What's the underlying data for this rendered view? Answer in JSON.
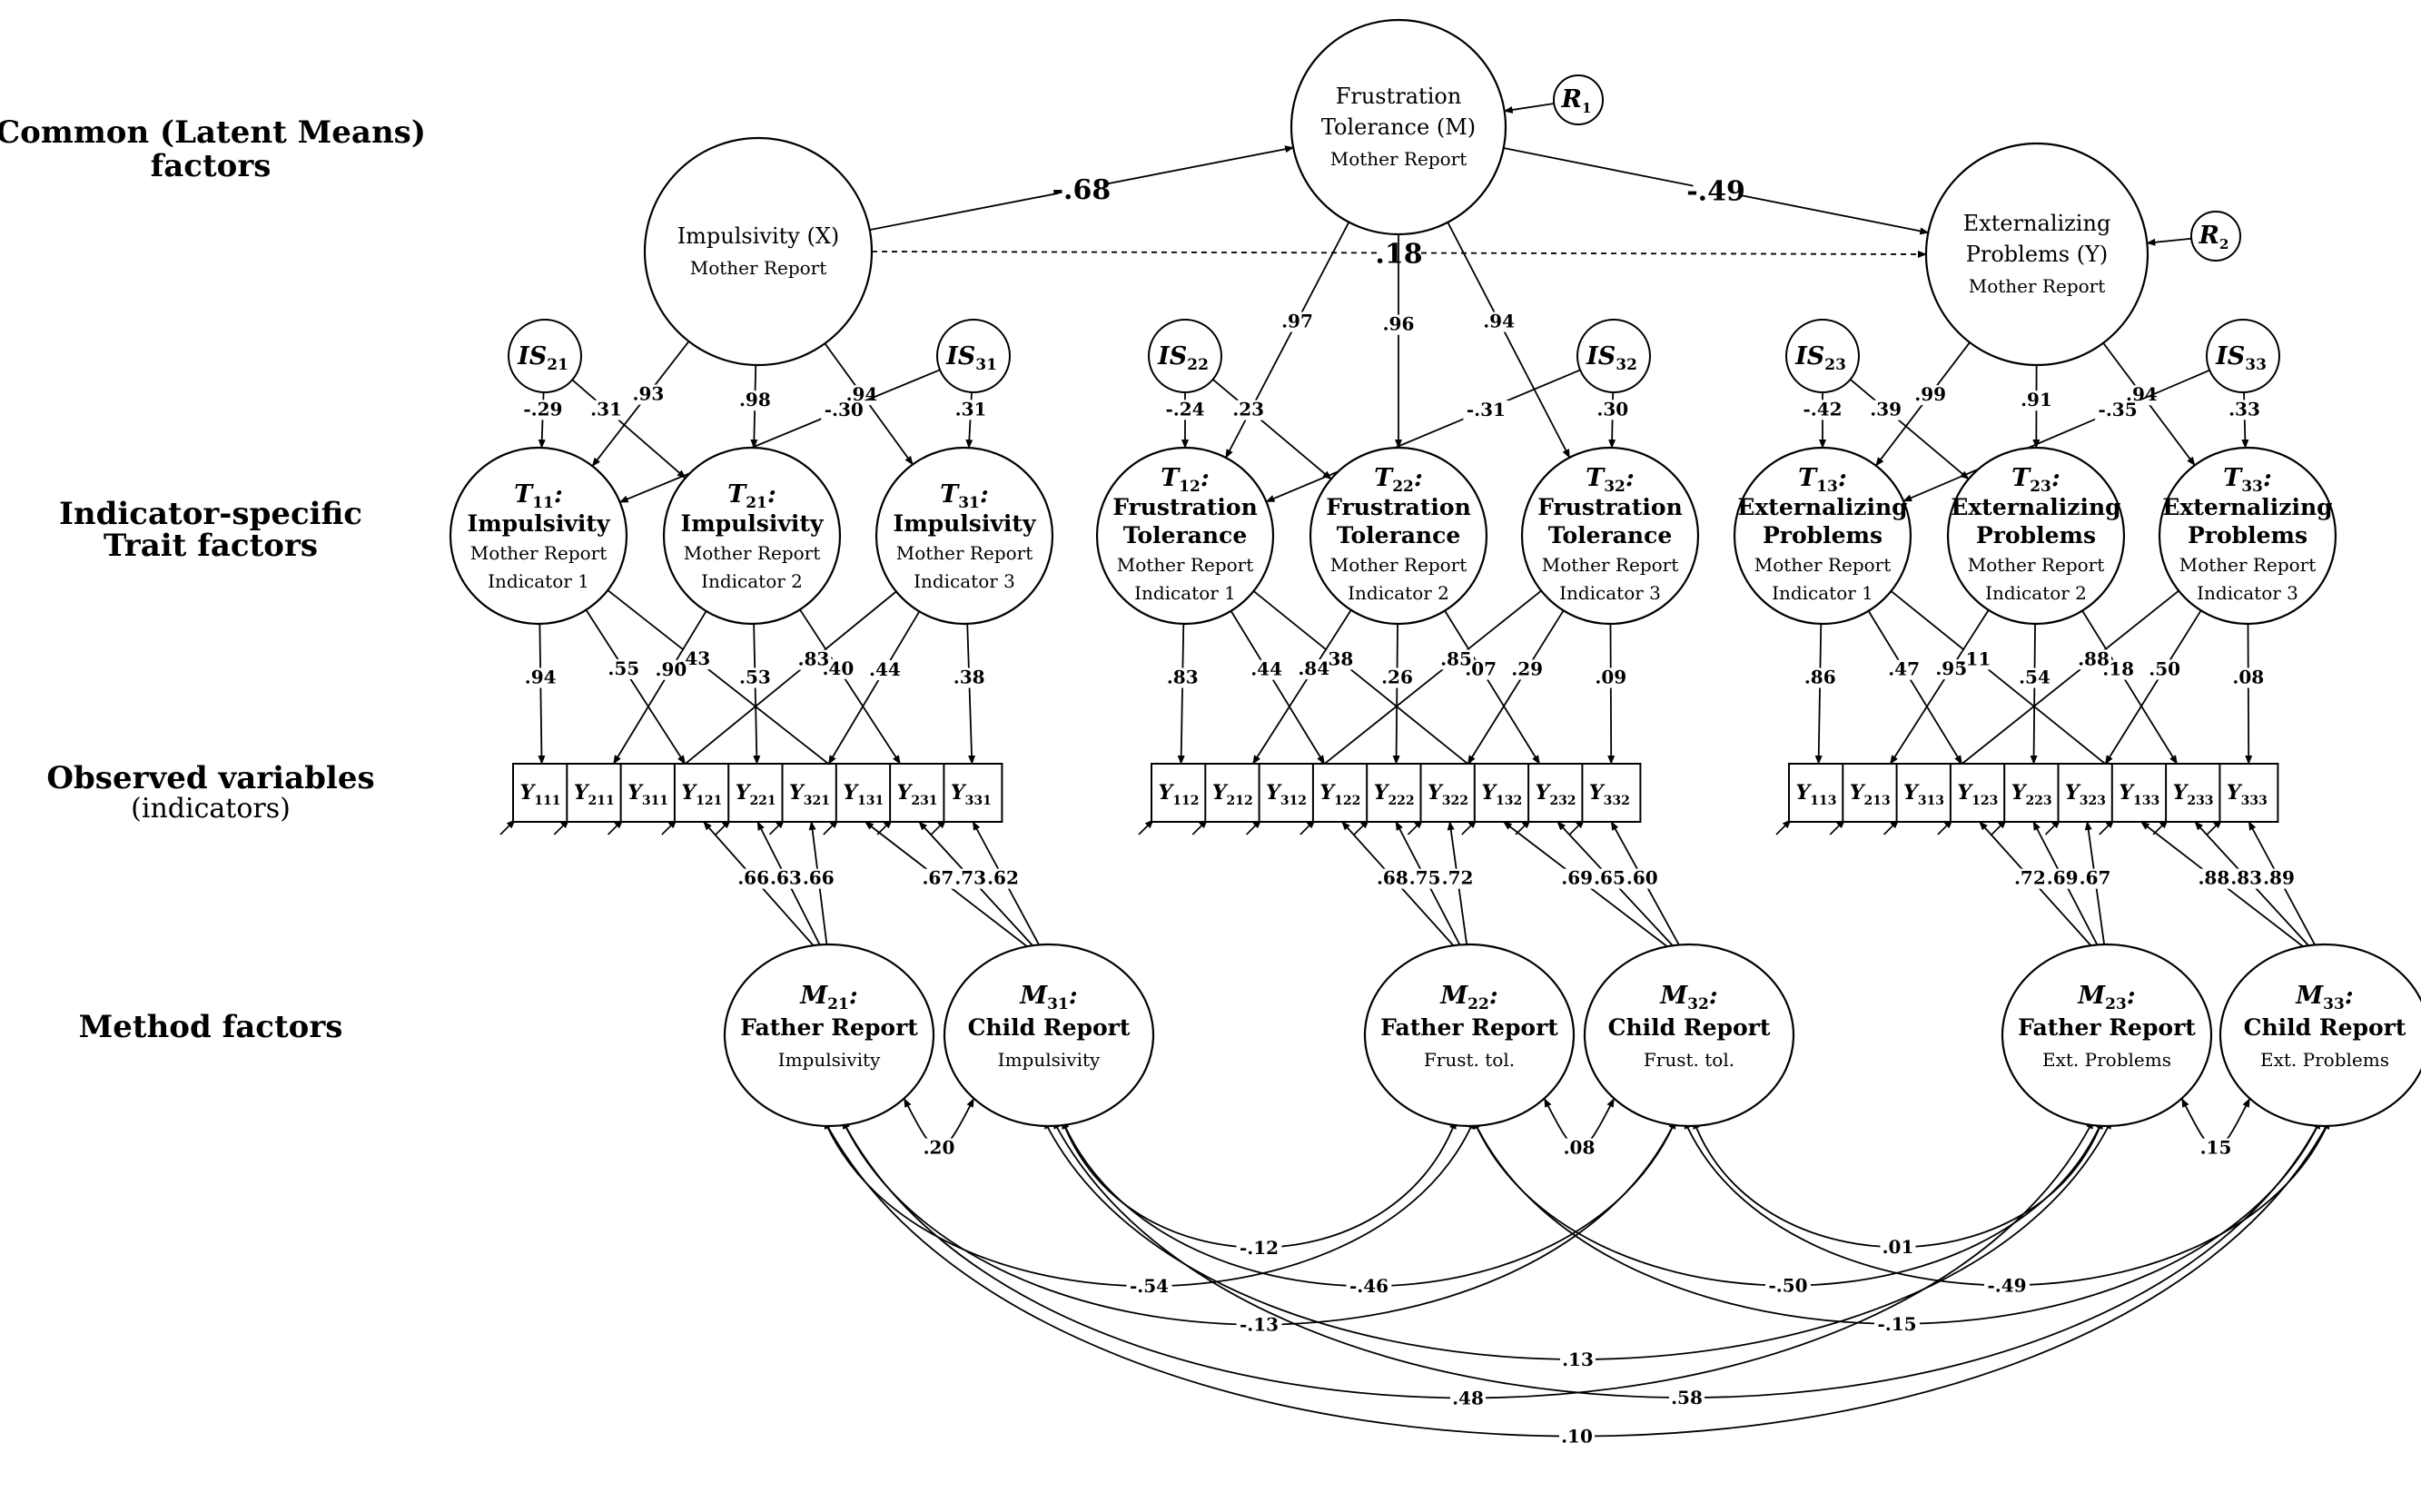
{
  "row_labels": [
    {
      "id": "common",
      "lines": [
        "Common (Latent Means)",
        "factors"
      ]
    },
    {
      "id": "trait",
      "lines": [
        "Indicator-specific",
        "Trait factors"
      ]
    },
    {
      "id": "observed",
      "lines": [
        "Observed variables",
        "(indicators)"
      ]
    },
    {
      "id": "method",
      "lines": [
        "Method factors"
      ]
    }
  ],
  "common_factors": [
    {
      "id": "X",
      "lines": [
        "Impulsivity (X)",
        "Mother Report"
      ]
    },
    {
      "id": "M",
      "lines": [
        "Frustration",
        "Tolerance (M)",
        "Mother Report"
      ]
    },
    {
      "id": "Y",
      "lines": [
        "Externalizing",
        "Problems (Y)",
        "Mother Report"
      ]
    }
  ],
  "residuals": [
    {
      "id": "R1",
      "base": "R",
      "sub": "1"
    },
    {
      "id": "R2",
      "base": "R",
      "sub": "2"
    }
  ],
  "structural_paths": [
    {
      "from": "X",
      "to": "M",
      "value": "-.68"
    },
    {
      "from": "M",
      "to": "Y",
      "value": "-.49"
    },
    {
      "from": "X",
      "to": "Y",
      "value": ".18",
      "style": "dashed"
    }
  ],
  "indicator_specific_factors": [
    {
      "id": "IS21",
      "base": "IS",
      "sub": "21"
    },
    {
      "id": "IS31",
      "base": "IS",
      "sub": "31"
    },
    {
      "id": "IS22",
      "base": "IS",
      "sub": "22"
    },
    {
      "id": "IS32",
      "base": "IS",
      "sub": "32"
    },
    {
      "id": "IS23",
      "base": "IS",
      "sub": "23"
    },
    {
      "id": "IS33",
      "base": "IS",
      "sub": "33"
    }
  ],
  "trait_factors": [
    {
      "id": "T11",
      "base": "T",
      "sub": "11",
      "lines": [
        "Impulsivity",
        "Mother Report",
        "Indicator 1"
      ]
    },
    {
      "id": "T21",
      "base": "T",
      "sub": "21",
      "lines": [
        "Impulsivity",
        "Mother Report",
        "Indicator 2"
      ]
    },
    {
      "id": "T31",
      "base": "T",
      "sub": "31",
      "lines": [
        "Impulsivity",
        "Mother Report",
        "Indicator 3"
      ]
    },
    {
      "id": "T12",
      "base": "T",
      "sub": "12",
      "lines": [
        "Frustration",
        "Tolerance",
        "Mother Report",
        "Indicator 1"
      ]
    },
    {
      "id": "T22",
      "base": "T",
      "sub": "22",
      "lines": [
        "Frustration",
        "Tolerance",
        "Mother Report",
        "Indicator 2"
      ]
    },
    {
      "id": "T32",
      "base": "T",
      "sub": "32",
      "lines": [
        "Frustration",
        "Tolerance",
        "Mother Report",
        "Indicator 3"
      ]
    },
    {
      "id": "T13",
      "base": "T",
      "sub": "13",
      "lines": [
        "Externalizing",
        "Problems",
        "Mother Report",
        "Indicator 1"
      ]
    },
    {
      "id": "T23",
      "base": "T",
      "sub": "23",
      "lines": [
        "Externalizing",
        "Problems",
        "Mother Report",
        "Indicator 2"
      ]
    },
    {
      "id": "T33",
      "base": "T",
      "sub": "33",
      "lines": [
        "Externalizing",
        "Problems",
        "Mother Report",
        "Indicator 3"
      ]
    }
  ],
  "common_to_trait_loadings": [
    {
      "from": "X",
      "to": "T11",
      "value": ".93"
    },
    {
      "from": "X",
      "to": "T21",
      "value": ".98"
    },
    {
      "from": "X",
      "to": "T31",
      "value": ".94"
    },
    {
      "from": "M",
      "to": "T12",
      "value": ".97"
    },
    {
      "from": "M",
      "to": "T22",
      "value": ".96"
    },
    {
      "from": "M",
      "to": "T32",
      "value": ".94"
    },
    {
      "from": "Y",
      "to": "T13",
      "value": ".99"
    },
    {
      "from": "Y",
      "to": "T23",
      "value": ".91"
    },
    {
      "from": "Y",
      "to": "T33",
      "value": ".94"
    }
  ],
  "is_to_trait_loadings": [
    {
      "from": "IS21",
      "to": "T11",
      "value": "-.29"
    },
    {
      "from": "IS21",
      "to": "T21",
      "value": ".31"
    },
    {
      "from": "IS31",
      "to": "T11",
      "value": "-.30"
    },
    {
      "from": "IS31",
      "to": "T31",
      "value": ".31"
    },
    {
      "from": "IS22",
      "to": "T12",
      "value": "-.24"
    },
    {
      "from": "IS22",
      "to": "T22",
      "value": ".23"
    },
    {
      "from": "IS32",
      "to": "T12",
      "value": "-.31"
    },
    {
      "from": "IS32",
      "to": "T32",
      "value": ".30"
    },
    {
      "from": "IS23",
      "to": "T13",
      "value": "-.42"
    },
    {
      "from": "IS23",
      "to": "T23",
      "value": ".39"
    },
    {
      "from": "IS33",
      "to": "T13",
      "value": "-.35"
    },
    {
      "from": "IS33",
      "to": "T33",
      "value": ".33"
    }
  ],
  "observed": [
    {
      "id": "Y111",
      "base": "Y",
      "sub": "111"
    },
    {
      "id": "Y211",
      "base": "Y",
      "sub": "211"
    },
    {
      "id": "Y311",
      "base": "Y",
      "sub": "311"
    },
    {
      "id": "Y121",
      "base": "Y",
      "sub": "121"
    },
    {
      "id": "Y221",
      "base": "Y",
      "sub": "221"
    },
    {
      "id": "Y321",
      "base": "Y",
      "sub": "321"
    },
    {
      "id": "Y131",
      "base": "Y",
      "sub": "131"
    },
    {
      "id": "Y231",
      "base": "Y",
      "sub": "231"
    },
    {
      "id": "Y331",
      "base": "Y",
      "sub": "331"
    },
    {
      "id": "Y112",
      "base": "Y",
      "sub": "112"
    },
    {
      "id": "Y212",
      "base": "Y",
      "sub": "212"
    },
    {
      "id": "Y312",
      "base": "Y",
      "sub": "312"
    },
    {
      "id": "Y122",
      "base": "Y",
      "sub": "122"
    },
    {
      "id": "Y222",
      "base": "Y",
      "sub": "222"
    },
    {
      "id": "Y322",
      "base": "Y",
      "sub": "322"
    },
    {
      "id": "Y132",
      "base": "Y",
      "sub": "132"
    },
    {
      "id": "Y232",
      "base": "Y",
      "sub": "232"
    },
    {
      "id": "Y332",
      "base": "Y",
      "sub": "332"
    },
    {
      "id": "Y113",
      "base": "Y",
      "sub": "113"
    },
    {
      "id": "Y213",
      "base": "Y",
      "sub": "213"
    },
    {
      "id": "Y313",
      "base": "Y",
      "sub": "313"
    },
    {
      "id": "Y123",
      "base": "Y",
      "sub": "123"
    },
    {
      "id": "Y223",
      "base": "Y",
      "sub": "223"
    },
    {
      "id": "Y323",
      "base": "Y",
      "sub": "323"
    },
    {
      "id": "Y133",
      "base": "Y",
      "sub": "133"
    },
    {
      "id": "Y233",
      "base": "Y",
      "sub": "233"
    },
    {
      "id": "Y333",
      "base": "Y",
      "sub": "333"
    }
  ],
  "trait_to_observed_loadings": [
    {
      "from": "T11",
      "to": "Y111",
      "value": ".94"
    },
    {
      "from": "T11",
      "to": "Y121",
      "value": ".55"
    },
    {
      "from": "T11",
      "to": "Y131",
      "value": ".43"
    },
    {
      "from": "T21",
      "to": "Y211",
      "value": ".90"
    },
    {
      "from": "T21",
      "to": "Y221",
      "value": ".53"
    },
    {
      "from": "T21",
      "to": "Y231",
      "value": ".40"
    },
    {
      "from": "T31",
      "to": "Y311",
      "value": ".83"
    },
    {
      "from": "T31",
      "to": "Y321",
      "value": ".44"
    },
    {
      "from": "T31",
      "to": "Y331",
      "value": ".38"
    },
    {
      "from": "T12",
      "to": "Y112",
      "value": ".83"
    },
    {
      "from": "T12",
      "to": "Y122",
      "value": ".44"
    },
    {
      "from": "T12",
      "to": "Y132",
      "value": ".38"
    },
    {
      "from": "T22",
      "to": "Y212",
      "value": ".84"
    },
    {
      "from": "T22",
      "to": "Y222",
      "value": ".26"
    },
    {
      "from": "T22",
      "to": "Y232",
      "value": ".07"
    },
    {
      "from": "T32",
      "to": "Y312",
      "value": ".85"
    },
    {
      "from": "T32",
      "to": "Y322",
      "value": ".29"
    },
    {
      "from": "T32",
      "to": "Y332",
      "value": ".09"
    },
    {
      "from": "T13",
      "to": "Y113",
      "value": ".86"
    },
    {
      "from": "T13",
      "to": "Y123",
      "value": ".47"
    },
    {
      "from": "T13",
      "to": "Y133",
      "value": ".11"
    },
    {
      "from": "T23",
      "to": "Y213",
      "value": ".95"
    },
    {
      "from": "T23",
      "to": "Y223",
      "value": ".54"
    },
    {
      "from": "T23",
      "to": "Y233",
      "value": ".18"
    },
    {
      "from": "T33",
      "to": "Y313",
      "value": ".88"
    },
    {
      "from": "T33",
      "to": "Y323",
      "value": ".50"
    },
    {
      "from": "T33",
      "to": "Y333",
      "value": ".08"
    }
  ],
  "method_factors": [
    {
      "id": "M21",
      "base": "M",
      "sub": "21",
      "lines": [
        "Father Report",
        "Impulsivity"
      ]
    },
    {
      "id": "M31",
      "base": "M",
      "sub": "31",
      "lines": [
        "Child Report",
        "Impulsivity"
      ]
    },
    {
      "id": "M22",
      "base": "M",
      "sub": "22",
      "lines": [
        "Father Report",
        "Frust. tol."
      ]
    },
    {
      "id": "M32",
      "base": "M",
      "sub": "32",
      "lines": [
        "Child Report",
        "Frust. tol."
      ]
    },
    {
      "id": "M23",
      "base": "M",
      "sub": "23",
      "lines": [
        "Father Report",
        "Ext. Problems"
      ]
    },
    {
      "id": "M33",
      "base": "M",
      "sub": "33",
      "lines": [
        "Child Report",
        "Ext. Problems"
      ]
    }
  ],
  "method_loadings": [
    {
      "from": "M21",
      "to": "Y121",
      "value": ".66"
    },
    {
      "from": "M21",
      "to": "Y221",
      "value": ".63"
    },
    {
      "from": "M21",
      "to": "Y321",
      "value": ".66"
    },
    {
      "from": "M31",
      "to": "Y131",
      "value": ".67"
    },
    {
      "from": "M31",
      "to": "Y231",
      "value": ".73"
    },
    {
      "from": "M31",
      "to": "Y331",
      "value": ".62"
    },
    {
      "from": "M22",
      "to": "Y122",
      "value": ".68"
    },
    {
      "from": "M22",
      "to": "Y222",
      "value": ".75"
    },
    {
      "from": "M22",
      "to": "Y322",
      "value": ".72"
    },
    {
      "from": "M32",
      "to": "Y132",
      "value": ".69"
    },
    {
      "from": "M32",
      "to": "Y232",
      "value": ".65"
    },
    {
      "from": "M32",
      "to": "Y332",
      "value": ".60"
    },
    {
      "from": "M23",
      "to": "Y123",
      "value": ".72"
    },
    {
      "from": "M23",
      "to": "Y223",
      "value": ".69"
    },
    {
      "from": "M23",
      "to": "Y323",
      "value": ".67"
    },
    {
      "from": "M33",
      "to": "Y133",
      "value": ".88"
    },
    {
      "from": "M33",
      "to": "Y233",
      "value": ".83"
    },
    {
      "from": "M33",
      "to": "Y333",
      "value": ".89"
    }
  ],
  "method_correlations": [
    {
      "a": "M21",
      "b": "M31",
      "value": ".20"
    },
    {
      "a": "M22",
      "b": "M32",
      "value": ".08"
    },
    {
      "a": "M23",
      "b": "M33",
      "value": ".15"
    },
    {
      "a": "M31",
      "b": "M22",
      "value": "-.12"
    },
    {
      "a": "M32",
      "b": "M23",
      "value": ".01"
    },
    {
      "a": "M21",
      "b": "M22",
      "value": "-.54"
    },
    {
      "a": "M31",
      "b": "M32",
      "value": "-.46"
    },
    {
      "a": "M22",
      "b": "M23",
      "value": "-.50"
    },
    {
      "a": "M32",
      "b": "M33",
      "value": "-.49"
    },
    {
      "a": "M21",
      "b": "M32",
      "value": "-.13"
    },
    {
      "a": "M22",
      "b": "M33",
      "value": "-.15"
    },
    {
      "a": "M31",
      "b": "M23",
      "value": ".13"
    },
    {
      "a": "M21",
      "b": "M23",
      "value": ".48"
    },
    {
      "a": "M31",
      "b": "M33",
      "value": ".58"
    },
    {
      "a": "M21",
      "b": "M33",
      "value": ".10"
    }
  ]
}
